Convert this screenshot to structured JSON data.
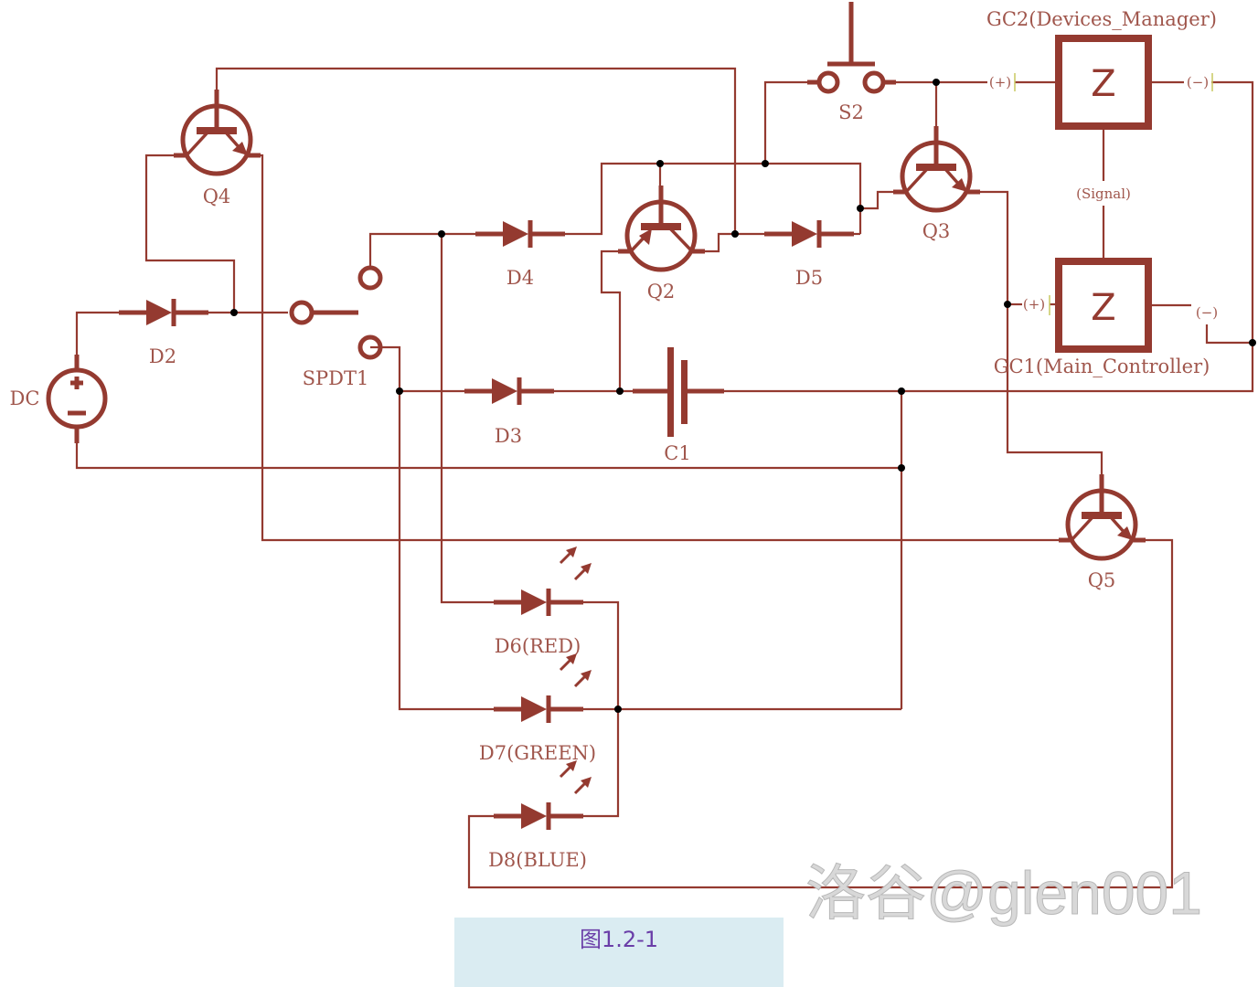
{
  "diagram": {
    "colors": {
      "wire": "#943a30",
      "label": "#a0564c",
      "junction": "#000000",
      "caption_bg": "#daecf2",
      "caption_text": "#6a3ea8",
      "watermark": "#d8d8d8"
    },
    "components": {
      "dc": {
        "label": "DC",
        "plus": "+",
        "minus": "−"
      },
      "d2": {
        "label": "D2"
      },
      "d3": {
        "label": "D3"
      },
      "d4": {
        "label": "D4"
      },
      "d5": {
        "label": "D5"
      },
      "d6": {
        "label": "D6(RED)"
      },
      "d7": {
        "label": "D7(GREEN)"
      },
      "d8": {
        "label": "D8(BLUE)"
      },
      "c1": {
        "label": "C1"
      },
      "spdt1": {
        "label": "SPDT1"
      },
      "s2": {
        "label": "S2"
      },
      "q2": {
        "label": "Q2"
      },
      "q3": {
        "label": "Q3"
      },
      "q4": {
        "label": "Q4"
      },
      "q5": {
        "label": "Q5"
      },
      "gc1": {
        "label": "GC1(Main_Controller)",
        "symbol": "Z",
        "plus": "(+)",
        "minus": "(−)"
      },
      "gc2": {
        "label": "GC2(Devices_Manager)",
        "symbol": "Z",
        "plus": "(+)",
        "minus": "(−)"
      },
      "signal": {
        "label": "(Signal)"
      }
    }
  },
  "watermark": "洛谷@glen001",
  "caption": "图1.2-1"
}
